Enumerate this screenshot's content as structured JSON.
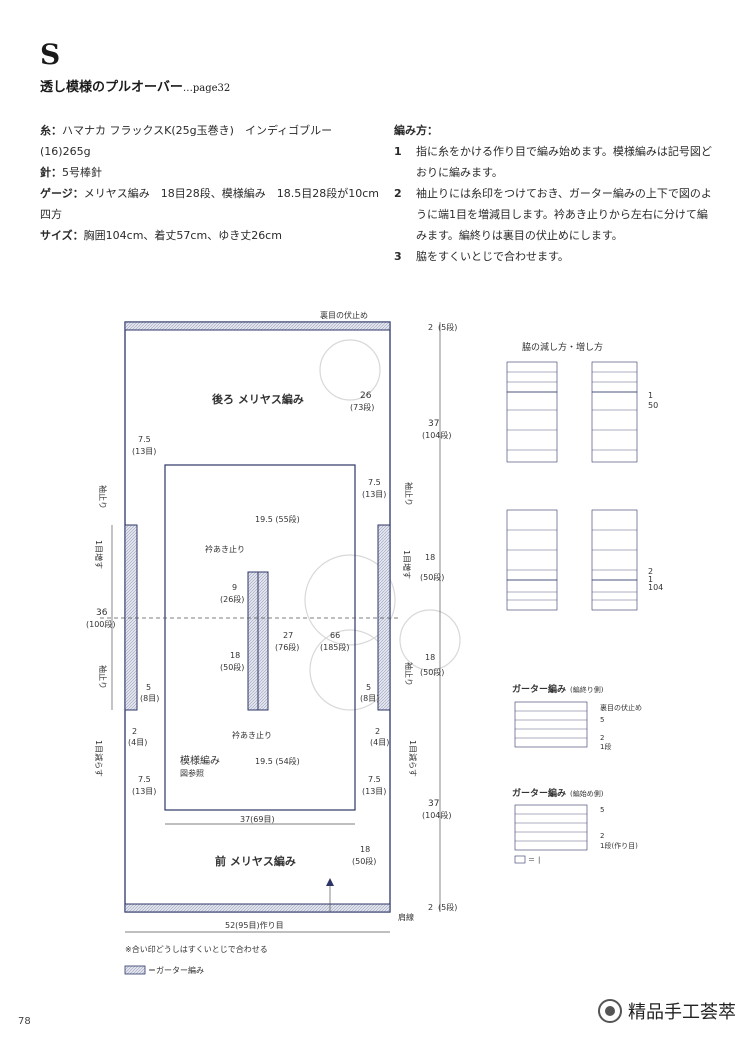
{
  "header": {
    "letter": "S",
    "title": "透し模様のプルオーバー",
    "page_ref": "…page32"
  },
  "materials": [
    {
      "key": "糸：",
      "text": "ハマナカ フラックスK(25g玉巻き)　インディゴブルー(16)265g"
    },
    {
      "key": "針：",
      "text": "5号棒針"
    },
    {
      "key": "ゲージ：",
      "text": "メリヤス編み　18目28段、模様編み　18.5目28段が10cm四方"
    },
    {
      "key": "サイズ：",
      "text": "胸囲104cm、着丈57cm、ゆき丈26cm"
    }
  ],
  "instructions": {
    "heading": "編み方：",
    "steps": [
      {
        "n": "1",
        "text": "指に糸をかける作り目で編み始めます。模様編みは記号図どおりに編みます。"
      },
      {
        "n": "2",
        "text": "袖止りには糸印をつけておき、ガーター編みの上下で図のように端1目を増減目します。衿あき止りから左右に分けて編みます。編終りは裏目の伏止めにします。"
      },
      {
        "n": "3",
        "text": "脇をすくいとじで合わせます。"
      }
    ]
  },
  "diagram": {
    "top_label": "裏目の伏止め",
    "back_label": "後ろ メリヤス編み",
    "front_label": "前 メリヤス編み",
    "pattern_label": "模様編み",
    "pattern_sub": "図参照",
    "neck_top": "衿あき止り",
    "neck_bottom": "衿あき止り",
    "m_2_5": "2",
    "m_2_5b": "(5段)",
    "m_37": "37",
    "m_37b": "(104段)",
    "m_26": "26",
    "m_26b": "(73段)",
    "m_7_5": "7.5",
    "m_13": "(13目)",
    "m_19_55": "19.5 (55段)",
    "m_19_54": "19.5 (54段)",
    "m_9": "9",
    "m_26dan": "(26段)",
    "m_18": "18",
    "m_50": "(50段)",
    "m_27": "27",
    "m_76": "(76段)",
    "m_66": "66",
    "m_185": "(185段)",
    "m_36": "36",
    "m_100": "(100段)",
    "m_5": "5",
    "m_8": "(8目)",
    "m_2": "2",
    "m_4": "(4目)",
    "m_37_69": "37(69目)",
    "m_52": "52(95目)作り目",
    "sode": "袖止り",
    "ichi_mashi": "1目増す",
    "ichi_herasu": "1目減らす",
    "kata": "肩線",
    "note": "※合い印どうしはすくいとじで合わせる",
    "legend": "＝ガーター編み"
  },
  "side_chart": {
    "title": "脇の減し方・増し方",
    "n1": "1",
    "n50": "50",
    "n2": "2",
    "n1b": "1",
    "n104": "104"
  },
  "garter1": {
    "title": "ガーター編み",
    "sub": "(編終り側)",
    "bind": "裏目の伏止め",
    "r5": "5",
    "r2": "2",
    "r1": "1段"
  },
  "garter2": {
    "title": "ガーター編み",
    "sub": "(編始め側)",
    "r5": "5",
    "r2": "2",
    "r1": "1段(作り目)",
    "legend": "＝",
    "legend_sym": "|"
  },
  "footer": {
    "page_number": "78",
    "brand": "精品手工荟萃"
  }
}
